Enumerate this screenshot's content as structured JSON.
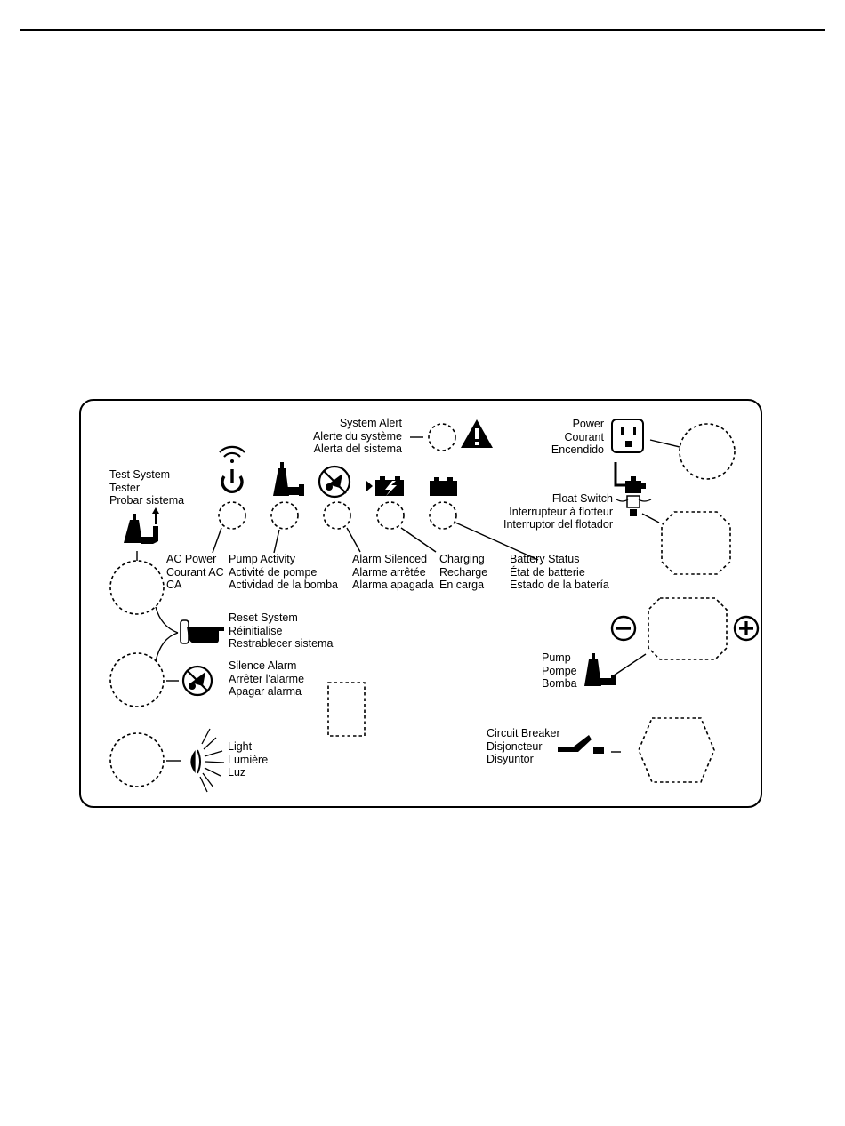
{
  "labels": {
    "system_alert": [
      "System Alert",
      "Alerte du système",
      "Alerta del sistema"
    ],
    "power": [
      "Power",
      "Courant",
      "Encendido"
    ],
    "test_system": [
      "Test System",
      "Tester",
      "Probar sistema"
    ],
    "float_switch": [
      "Float Switch",
      "Interrupteur à flotteur",
      "Interruptor del flotador"
    ],
    "ac_power": [
      "AC Power",
      "Courant AC",
      "CA"
    ],
    "pump_activity": [
      "Pump Activity",
      "Activité de pompe",
      "Actividad de la bomba"
    ],
    "alarm_silenced": [
      "Alarm Silenced",
      "Alarme arrêtée",
      "Alarma apagada"
    ],
    "charging": [
      "Charging",
      "Recharge",
      "En carga"
    ],
    "battery_status": [
      "Battery Status",
      "État de batterie",
      "Estado de la batería"
    ],
    "reset_system": [
      "Reset System",
      "Réinitialise",
      "Restrablecer sistema"
    ],
    "silence_alarm": [
      "Silence Alarm",
      "Arrêter l'alarme",
      "Apagar alarma"
    ],
    "light": [
      "Light",
      "Lumière",
      "Luz"
    ],
    "pump": [
      "Pump",
      "Pompe",
      "Bomba"
    ],
    "circuit_breaker": [
      "Circuit Breaker",
      "Disjoncteur",
      "Disyuntor"
    ]
  },
  "icons": [
    "wifi-signal-icon",
    "power-icon",
    "pump-icon",
    "alarm-silenced-icon",
    "charging-battery-icon",
    "battery-icon",
    "warning-triangle-icon",
    "power-outlet-icon",
    "float-switch-icon",
    "test-pump-icon",
    "reset-hand-icon",
    "silence-alarm-icon",
    "light-icon",
    "pump-small-icon",
    "circuit-breaker-icon",
    "minus-icon",
    "plus-icon"
  ]
}
